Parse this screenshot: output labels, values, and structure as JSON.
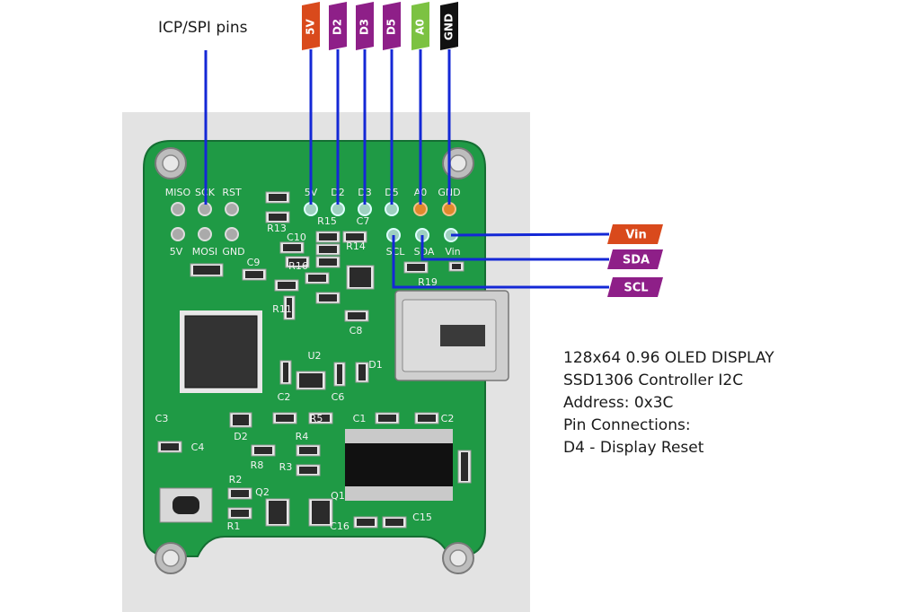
{
  "title_label": "ICP/SPI pins",
  "top_connector": [
    {
      "label": "5V",
      "color": "#d94a1c",
      "text_color": "#ffffff"
    },
    {
      "label": "D2",
      "color": "#8e1f88",
      "text_color": "#ffffff"
    },
    {
      "label": "D3",
      "color": "#8e1f88",
      "text_color": "#ffffff"
    },
    {
      "label": "D5",
      "color": "#8e1f88",
      "text_color": "#ffffff"
    },
    {
      "label": "A0",
      "color": "#7cc242",
      "text_color": "#ffffff"
    },
    {
      "label": "GND",
      "color": "#111111",
      "text_color": "#ffffff"
    }
  ],
  "side_connector": [
    {
      "label": "Vin",
      "color": "#d94a1c"
    },
    {
      "label": "SDA",
      "color": "#8e1f88"
    },
    {
      "label": "SCL",
      "color": "#8e1f88"
    }
  ],
  "description": [
    "128x64 0.96 OLED DISPLAY",
    "SSD1306 Controller I2C",
    "Address: 0x3C",
    "Pin Connections:",
    "D4 - Display Reset"
  ],
  "board": {
    "header_top_left": [
      "MISO",
      "SCK",
      "RST"
    ],
    "header_bottom_left": [
      "5V",
      "MOSI",
      "GND"
    ],
    "header_top_right": [
      "5V",
      "D2",
      "D3",
      "D5",
      "A0",
      "GND"
    ],
    "header_bottom_right": [
      "SCL",
      "SDA",
      "Vin"
    ],
    "components": [
      "R13",
      "R15",
      "C7",
      "C10",
      "R14",
      "R16",
      "C9",
      "R11",
      "C8",
      "U2",
      "R19",
      "D1",
      "C2",
      "C6",
      "C3",
      "D2",
      "R5",
      "C4",
      "R4",
      "R3",
      "R8",
      "C1",
      "C2",
      "R2",
      "R1",
      "Q2",
      "Q1",
      "C15",
      "C16"
    ]
  },
  "colors": {
    "pcb": "#1f9a45",
    "pcb_dark": "#17783a",
    "background_panel": "#e3e3e3",
    "wire": "#1428d6",
    "copper": "#e0892c"
  }
}
